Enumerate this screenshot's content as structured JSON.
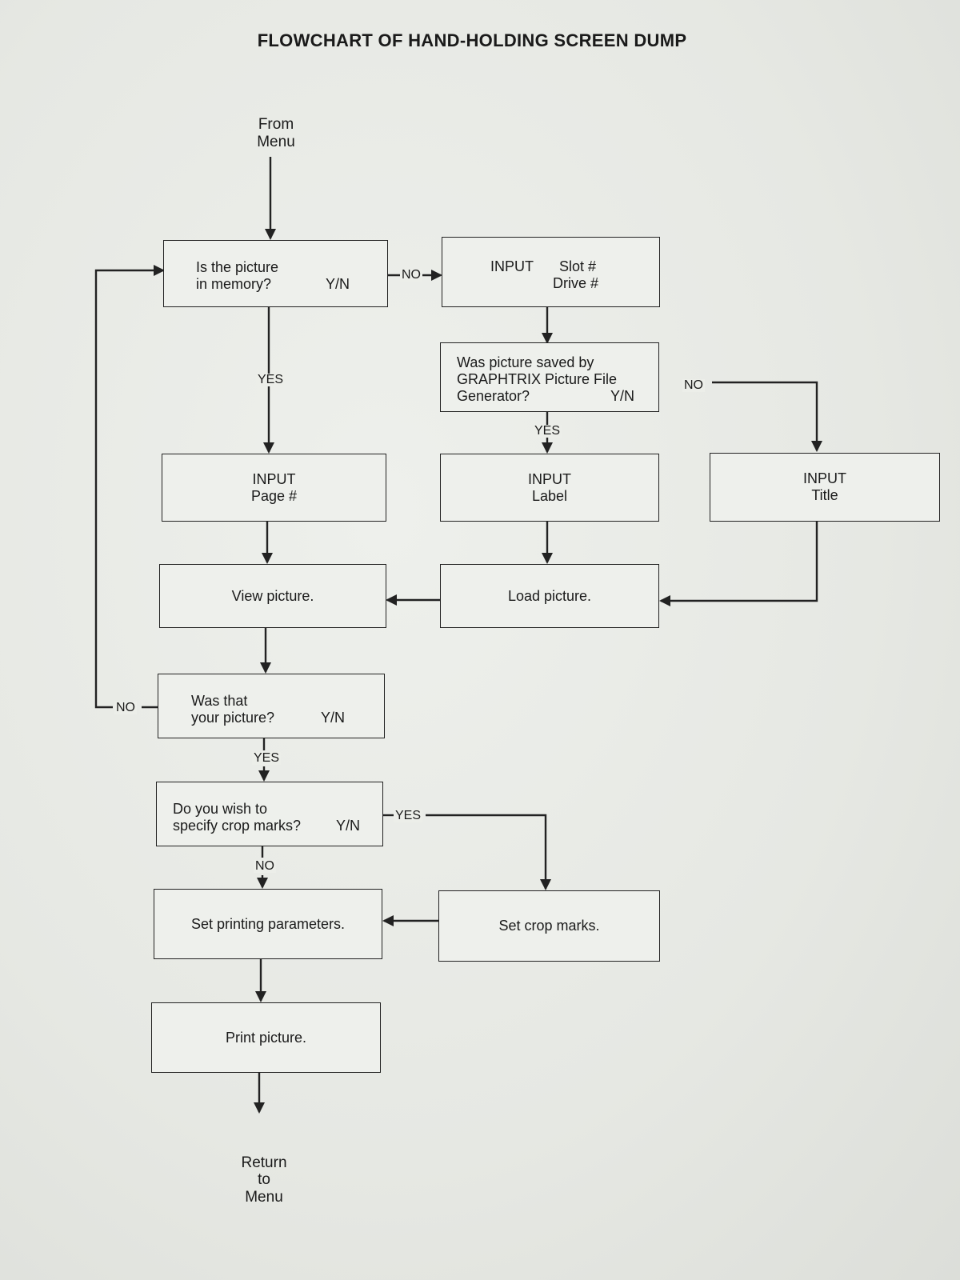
{
  "title": "FLOWCHART OF HAND-HOLDING SCREEN DUMP",
  "start": {
    "line1": "From",
    "line2": "Menu"
  },
  "end": {
    "line1": "Return",
    "line2": "to",
    "line3": "Menu"
  },
  "nodes": {
    "in_memory": {
      "line1": "Is the picture",
      "line2": "in memory?",
      "yn": "Y/N"
    },
    "input_slot": {
      "label": "INPUT",
      "line1": "Slot #",
      "line2": "Drive #"
    },
    "saved_by": {
      "line1": "Was picture saved by",
      "line2": "GRAPHTRIX Picture File",
      "line3": "Generator?",
      "yn": "Y/N"
    },
    "input_page": {
      "line1": "INPUT",
      "line2": "Page #"
    },
    "input_label": {
      "line1": "INPUT",
      "line2": "Label"
    },
    "input_title": {
      "line1": "INPUT",
      "line2": "Title"
    },
    "view_picture": {
      "text": "View picture."
    },
    "load_picture": {
      "text": "Load picture."
    },
    "was_that": {
      "line1": "Was that",
      "line2": "your picture?",
      "yn": "Y/N"
    },
    "crop_marks_q": {
      "line1": "Do you wish to",
      "line2": "specify crop marks?",
      "yn": "Y/N"
    },
    "set_printing": {
      "text": "Set printing parameters."
    },
    "set_crop": {
      "text": "Set crop marks."
    },
    "print_picture": {
      "text": "Print picture."
    }
  },
  "edge_labels": {
    "memory_no": "NO",
    "memory_yes": "YES",
    "saved_yes": "YES",
    "saved_no": "NO",
    "was_that_no": "NO",
    "was_that_yes": "YES",
    "crop_yes": "YES",
    "crop_no": "NO"
  },
  "colors": {
    "ink": "#222222",
    "paper": "#e9eae6"
  }
}
